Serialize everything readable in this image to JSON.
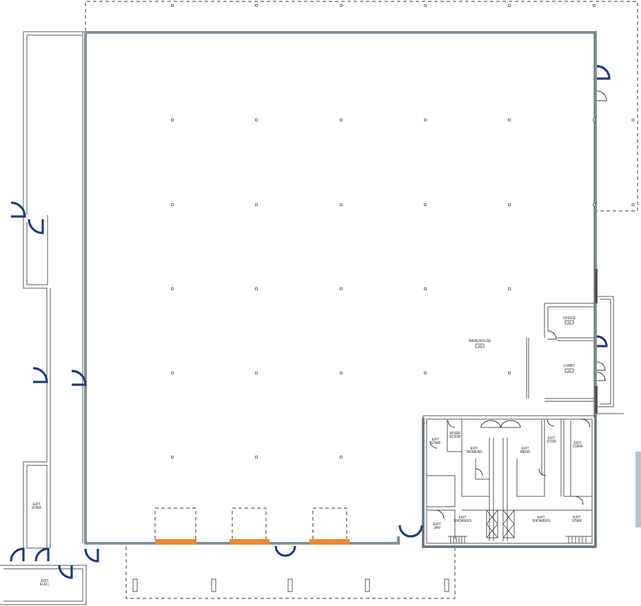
{
  "rooms": {
    "warehouse": {
      "name": "WAREHOUSE",
      "number": "100"
    },
    "office": {
      "name": "OFFICE",
      "number": "101"
    },
    "lobby": {
      "name": "LOBBY",
      "number": "102"
    },
    "exit_stair_west": {
      "name": "EXIT\nSTAIR",
      "number": ""
    },
    "exit_stair_sw": {
      "name": "EXIT\nSTAIR",
      "number": ""
    },
    "exit_stair_se": {
      "name": "EXIT\nSTAIR",
      "number": ""
    },
    "exit_electrical": {
      "name": "EXIT\nELEC.",
      "number": ""
    },
    "riser": {
      "name": "RISER\nROOM",
      "number": ""
    },
    "exit_women": {
      "name": "EXIT\nWOMENS",
      "number": ""
    },
    "exit_men": {
      "name": "EXIT\nMENS",
      "number": ""
    },
    "exit_stor": {
      "name": "EXIT\nSTOR",
      "number": ""
    },
    "exit_corr": {
      "name": "EXIT\nCORR",
      "number": ""
    },
    "exit_janitor": {
      "name": "EXIT\nJAN",
      "number": ""
    },
    "exit_showers_w": {
      "name": "EXIT\nSHOWERS",
      "number": ""
    },
    "exit_showers_m": {
      "name": "EXIT\nSHOWERS",
      "number": ""
    }
  },
  "colors": {
    "wall": "#7f9099",
    "door": "#1e3a7b",
    "dock_door": "#f0892a",
    "side_bar": "#b7c5cc"
  }
}
